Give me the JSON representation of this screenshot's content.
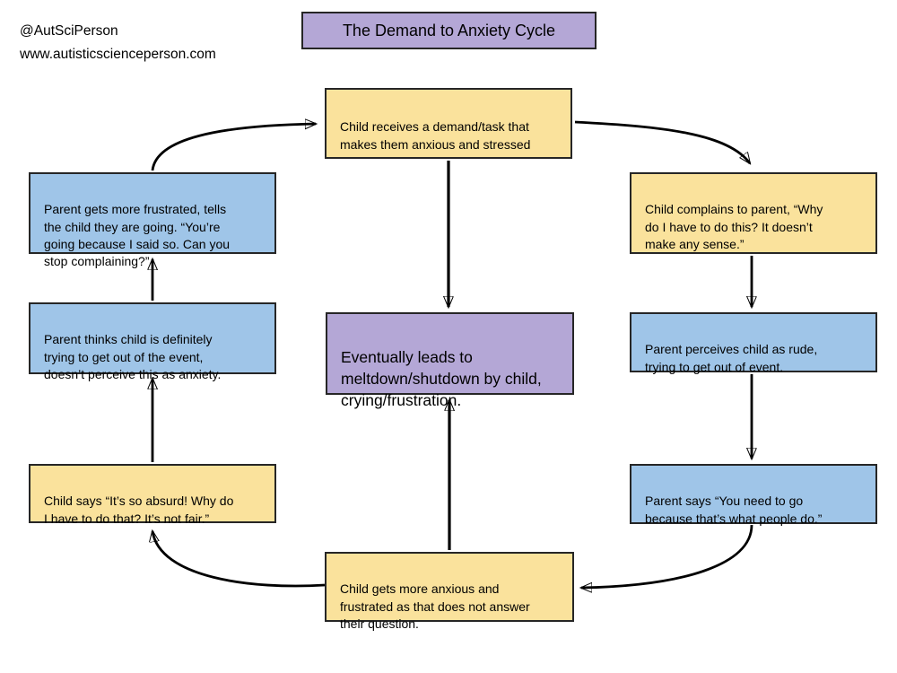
{
  "credit": {
    "handle": "@AutSciPerson",
    "website": "www.autisticscienceperson.com"
  },
  "title": {
    "label": "The Demand to Anxiety Cycle"
  },
  "colors": {
    "yellow": "#fae29c",
    "blue": "#9fc5e8",
    "purple": "#b4a7d6",
    "border": "#262626",
    "arrow": "#000000",
    "text": "#000000",
    "background": "#ffffff"
  },
  "nodes": {
    "demand": {
      "color": "yellow",
      "text": "Child receives a demand/task that\nmakes them anxious and stressed"
    },
    "complain": {
      "color": "yellow",
      "text": "Child complains to parent, “Why\ndo I have to do this? It doesn’t\nmake any sense.”"
    },
    "perceive": {
      "color": "blue",
      "text": "Parent perceives child as rude,\ntrying to get out of event."
    },
    "parent_says": {
      "color": "blue",
      "text": "Parent says “You need to go\nbecause that’s what people do.”"
    },
    "anxious": {
      "color": "yellow",
      "text": "Child gets more anxious and\nfrustrated as that does not answer\ntheir question."
    },
    "child_says": {
      "color": "yellow",
      "text": "Child says “It’s so absurd! Why do\nI have to do that? It’s not fair.”"
    },
    "parent_thinks": {
      "color": "blue",
      "text": "Parent thinks child is definitely\ntrying to get out of the event,\ndoesn’t perceive this as anxiety."
    },
    "parent_frustrated": {
      "color": "blue",
      "text": "Parent gets more frustrated, tells\nthe child they are going. “You’re\ngoing because I said so. Can you\nstop complaining?”"
    },
    "meltdown": {
      "color": "purple",
      "text": "Eventually leads to\nmeltdown/shutdown by child,\ncrying/frustration."
    }
  }
}
